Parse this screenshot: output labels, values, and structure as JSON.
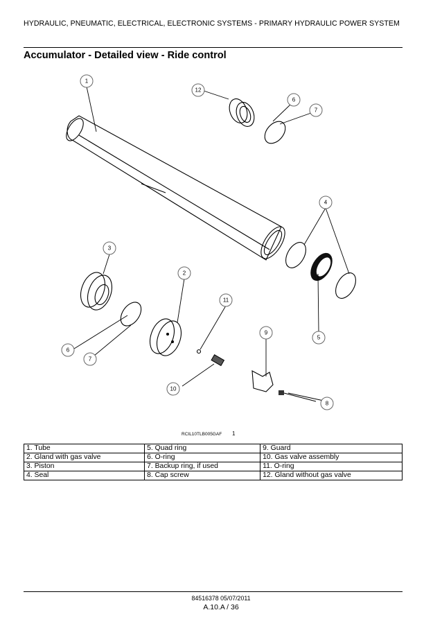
{
  "header": {
    "section": "HYDRAULIC, PNEUMATIC, ELECTRICAL, ELECTRONIC SYSTEMS - PRIMARY HYDRAULIC POWER SYSTEM"
  },
  "page_title": "Accumulator - Detailed view - Ride control",
  "figure": {
    "reference_code": "RCIL10TLB005GAF",
    "figure_number": "1",
    "callouts": [
      "1",
      "2",
      "3",
      "4",
      "5",
      "6",
      "6",
      "7",
      "7",
      "8",
      "9",
      "10",
      "11",
      "12"
    ]
  },
  "parts_legend": {
    "rows": [
      [
        "1.  Tube",
        "5.  Quad ring",
        "9.  Guard"
      ],
      [
        "2.  Gland with gas valve",
        "6.  O-ring",
        "10.  Gas valve assembly"
      ],
      [
        "3.  Piston",
        "7.  Backup ring, if used",
        "11.  O-ring"
      ],
      [
        "4.  Seal",
        "8.  Cap screw",
        "12.  Gland without gas valve"
      ]
    ]
  },
  "footer": {
    "doc_code": "84516378 05/07/2011",
    "page_number": "A.10.A / 36"
  }
}
